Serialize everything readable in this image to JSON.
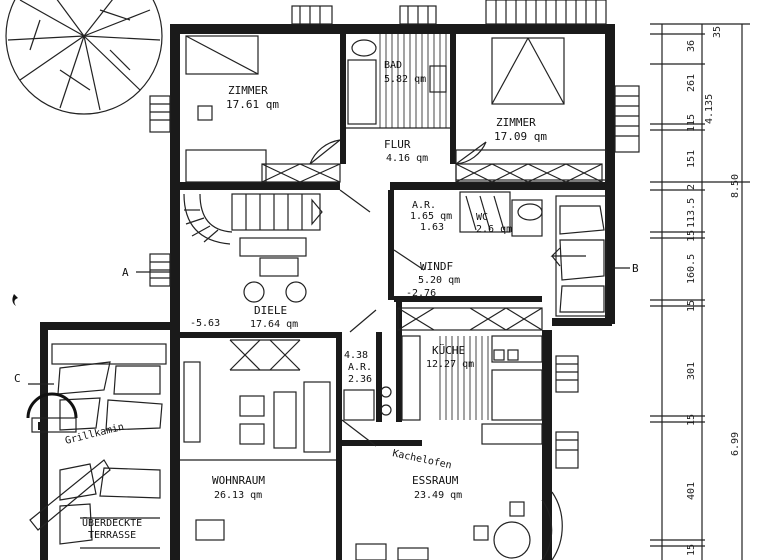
{
  "rooms": [
    {
      "id": "zimmer1",
      "name": "ZIMMER",
      "area": "17.61 qm"
    },
    {
      "id": "bad",
      "name": "BAD",
      "area": "5.82 qm"
    },
    {
      "id": "zimmer2",
      "name": "ZIMMER",
      "area": "17.09 qm"
    },
    {
      "id": "flur",
      "name": "FLUR",
      "area": "4.16 qm"
    },
    {
      "id": "ar1",
      "name": "A.R.",
      "area": "1.65 qm"
    },
    {
      "id": "wc",
      "name": "WC",
      "area": "2.6 qm"
    },
    {
      "id": "winde",
      "name": "WINDF",
      "area": "5.20 qm"
    },
    {
      "id": "diele",
      "name": "DIELE",
      "area": "17.64 qm"
    },
    {
      "id": "ar2",
      "name": "A.R.",
      "area": "2.36"
    },
    {
      "id": "kueche",
      "name": "KÜCHE",
      "area": "12.27 qm"
    },
    {
      "id": "wohnraum",
      "name": "WOHNRAUM",
      "area": "26.13 qm"
    },
    {
      "id": "essraum",
      "name": "ESSRAUM",
      "area": "23.49 qm"
    }
  ],
  "annotations": {
    "ar1_height": "1.63",
    "winde_level": "-2.76",
    "diele_level": "-5.63",
    "ar2_height": "4.38",
    "grillkamin": "Grillkamin",
    "kachelofen": "Kachelofen",
    "terrasse_line1": "ÜBERDECKTE",
    "terrasse_line2": "TERRASSE"
  },
  "section_markers": {
    "a": "A",
    "b": "B",
    "c": "C"
  },
  "dimensions": {
    "d35": "35",
    "d36": "36",
    "d261": "261",
    "d4135": "4.135",
    "d115a": "115",
    "d151": "151",
    "d2": "2",
    "d850": "8.50",
    "d1135": "113.5",
    "d15a": "15",
    "d1605": "160.5",
    "d15b": "15",
    "d301": "301",
    "d15c": "15",
    "d699": "6.99",
    "d401": "401",
    "d15d": "15"
  }
}
